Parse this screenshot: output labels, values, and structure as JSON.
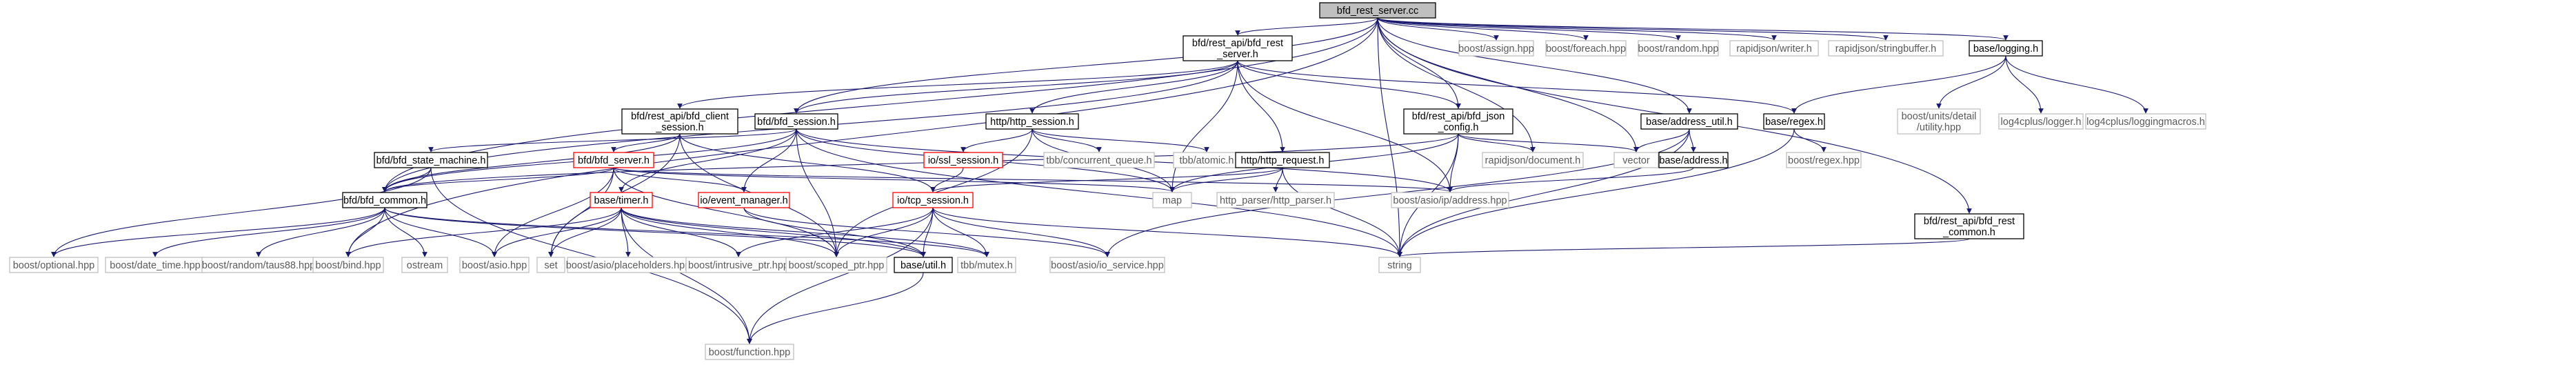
{
  "graph": {
    "title": "bfd_rest_server.cc",
    "colors": {
      "edge": "#191970",
      "root_fill": "#bfbfbf",
      "documented_border": "#000000",
      "error_border": "#ff0000",
      "external_border": "#bfbfbf"
    },
    "nodes": [
      {
        "id": "root",
        "label": "bfd_rest_server.cc",
        "kind": "root"
      },
      {
        "id": "rest_server_h",
        "label": "bfd/rest_api/bfd_rest\n_server.h",
        "kind": "doc"
      },
      {
        "id": "boost_assign",
        "label": "boost/assign.hpp",
        "kind": "ext"
      },
      {
        "id": "boost_foreach",
        "label": "boost/foreach.hpp",
        "kind": "ext"
      },
      {
        "id": "boost_random",
        "label": "boost/random.hpp",
        "kind": "ext"
      },
      {
        "id": "rj_writer",
        "label": "rapidjson/writer.h",
        "kind": "ext"
      },
      {
        "id": "rj_stringbuffer",
        "label": "rapidjson/stringbuffer.h",
        "kind": "ext"
      },
      {
        "id": "base_logging",
        "label": "base/logging.h",
        "kind": "doc"
      },
      {
        "id": "client_session",
        "label": "bfd/rest_api/bfd_client\n_session.h",
        "kind": "doc"
      },
      {
        "id": "bfd_session",
        "label": "bfd/bfd_session.h",
        "kind": "doc"
      },
      {
        "id": "http_session",
        "label": "http/http_session.h",
        "kind": "doc"
      },
      {
        "id": "json_config",
        "label": "bfd/rest_api/bfd_json\n_config.h",
        "kind": "doc"
      },
      {
        "id": "address_util",
        "label": "base/address_util.h",
        "kind": "doc"
      },
      {
        "id": "base_regex",
        "label": "base/regex.h",
        "kind": "doc"
      },
      {
        "id": "units_detail",
        "label": "boost/units/detail\n/utility.hpp",
        "kind": "ext"
      },
      {
        "id": "log4_logger",
        "label": "log4cplus/logger.h",
        "kind": "ext"
      },
      {
        "id": "log4_macros",
        "label": "log4cplus/loggingmacros.h",
        "kind": "ext"
      },
      {
        "id": "state_machine",
        "label": "bfd/bfd_state_machine.h",
        "kind": "doc"
      },
      {
        "id": "bfd_server",
        "label": "bfd/bfd_server.h",
        "kind": "red"
      },
      {
        "id": "ssl_session",
        "label": "io/ssl_session.h",
        "kind": "red"
      },
      {
        "id": "tbb_cq",
        "label": "tbb/concurrent_queue.h",
        "kind": "ext"
      },
      {
        "id": "tbb_atomic",
        "label": "tbb/atomic.h",
        "kind": "ext"
      },
      {
        "id": "http_request",
        "label": "http/http_request.h",
        "kind": "doc"
      },
      {
        "id": "rj_document",
        "label": "rapidjson/document.h",
        "kind": "ext"
      },
      {
        "id": "vector",
        "label": "vector",
        "kind": "ext"
      },
      {
        "id": "base_address",
        "label": "base/address.h",
        "kind": "doc"
      },
      {
        "id": "boost_regex",
        "label": "boost/regex.hpp",
        "kind": "ext"
      },
      {
        "id": "bfd_common",
        "label": "bfd/bfd_common.h",
        "kind": "doc"
      },
      {
        "id": "event_manager",
        "label": "io/event_manager.h",
        "kind": "red"
      },
      {
        "id": "map",
        "label": "map",
        "kind": "ext"
      },
      {
        "id": "http_parser",
        "label": "http_parser/http_parser.h",
        "kind": "ext"
      },
      {
        "id": "ip_address",
        "label": "boost/asio/ip/address.hpp",
        "kind": "ext"
      },
      {
        "id": "base_timer",
        "label": "base/timer.h",
        "kind": "red"
      },
      {
        "id": "tcp_session",
        "label": "io/tcp_session.h",
        "kind": "red"
      },
      {
        "id": "rest_common",
        "label": "bfd/rest_api/bfd_rest\n_common.h",
        "kind": "doc"
      },
      {
        "id": "boost_optional",
        "label": "boost/optional.hpp",
        "kind": "ext"
      },
      {
        "id": "boost_datetime",
        "label": "boost/date_time.hpp",
        "kind": "ext"
      },
      {
        "id": "boost_taus88",
        "label": "boost/random/taus88.hpp",
        "kind": "ext"
      },
      {
        "id": "boost_bind",
        "label": "boost/bind.hpp",
        "kind": "ext"
      },
      {
        "id": "ostream",
        "label": "ostream",
        "kind": "ext"
      },
      {
        "id": "boost_asio",
        "label": "boost/asio.hpp",
        "kind": "ext"
      },
      {
        "id": "set",
        "label": "set",
        "kind": "ext"
      },
      {
        "id": "asio_placeholders",
        "label": "boost/asio/placeholders.hpp",
        "kind": "ext"
      },
      {
        "id": "intrusive_ptr",
        "label": "boost/intrusive_ptr.hpp",
        "kind": "ext"
      },
      {
        "id": "scoped_ptr",
        "label": "boost/scoped_ptr.hpp",
        "kind": "ext"
      },
      {
        "id": "base_util",
        "label": "base/util.h",
        "kind": "doc"
      },
      {
        "id": "tbb_mutex",
        "label": "tbb/mutex.h",
        "kind": "ext"
      },
      {
        "id": "io_service",
        "label": "boost/asio/io_service.hpp",
        "kind": "ext"
      },
      {
        "id": "string",
        "label": "string",
        "kind": "ext"
      },
      {
        "id": "boost_function",
        "label": "boost/function.hpp",
        "kind": "ext"
      }
    ],
    "edges": [
      [
        "root",
        "rest_server_h"
      ],
      [
        "root",
        "boost_assign"
      ],
      [
        "root",
        "boost_foreach"
      ],
      [
        "root",
        "boost_random"
      ],
      [
        "root",
        "rj_writer"
      ],
      [
        "root",
        "rj_stringbuffer"
      ],
      [
        "root",
        "base_logging"
      ],
      [
        "root",
        "bfd_session"
      ],
      [
        "root",
        "json_config"
      ],
      [
        "root",
        "address_util"
      ],
      [
        "root",
        "rj_document"
      ],
      [
        "root",
        "vector"
      ],
      [
        "root",
        "rest_common"
      ],
      [
        "root",
        "string"
      ],
      [
        "root",
        "bfd_common"
      ],
      [
        "root",
        "boost_bind"
      ],
      [
        "rest_server_h",
        "client_session"
      ],
      [
        "rest_server_h",
        "bfd_session"
      ],
      [
        "rest_server_h",
        "http_session"
      ],
      [
        "rest_server_h",
        "json_config"
      ],
      [
        "rest_server_h",
        "http_request"
      ],
      [
        "rest_server_h",
        "base_regex"
      ],
      [
        "rest_server_h",
        "bfd_common"
      ],
      [
        "rest_server_h",
        "map"
      ],
      [
        "rest_server_h",
        "ip_address"
      ],
      [
        "base_logging",
        "base_regex"
      ],
      [
        "base_logging",
        "units_detail"
      ],
      [
        "base_logging",
        "log4_logger"
      ],
      [
        "base_logging",
        "log4_macros"
      ],
      [
        "client_session",
        "bfd_common"
      ],
      [
        "client_session",
        "bfd_server"
      ],
      [
        "client_session",
        "tcp_session"
      ],
      [
        "client_session",
        "scoped_ptr"
      ],
      [
        "client_session",
        "set"
      ],
      [
        "bfd_session",
        "state_machine"
      ],
      [
        "bfd_session",
        "bfd_common"
      ],
      [
        "bfd_session",
        "base_timer"
      ],
      [
        "bfd_session",
        "event_manager"
      ],
      [
        "bfd_session",
        "scoped_ptr"
      ],
      [
        "bfd_session",
        "map"
      ],
      [
        "bfd_session",
        "string"
      ],
      [
        "bfd_session",
        "ip_address"
      ],
      [
        "http_session",
        "ssl_session"
      ],
      [
        "http_session",
        "tbb_cq"
      ],
      [
        "http_session",
        "tbb_atomic"
      ],
      [
        "http_session",
        "map"
      ],
      [
        "http_session",
        "scoped_ptr"
      ],
      [
        "json_config",
        "bfd_common"
      ],
      [
        "json_config",
        "map"
      ],
      [
        "json_config",
        "rj_document"
      ],
      [
        "json_config",
        "vector"
      ],
      [
        "json_config",
        "string"
      ],
      [
        "json_config",
        "ip_address"
      ],
      [
        "address_util",
        "vector"
      ],
      [
        "address_util",
        "base_address"
      ],
      [
        "address_util",
        "string"
      ],
      [
        "address_util",
        "io_service"
      ],
      [
        "base_regex",
        "boost_regex"
      ],
      [
        "base_regex",
        "string"
      ],
      [
        "state_machine",
        "bfd_common"
      ],
      [
        "state_machine",
        "boost_optional"
      ],
      [
        "state_machine",
        "boost_function"
      ],
      [
        "bfd_server",
        "bfd_common"
      ],
      [
        "bfd_server",
        "event_manager"
      ],
      [
        "bfd_server",
        "boost_asio"
      ],
      [
        "bfd_server",
        "set"
      ],
      [
        "bfd_server",
        "scoped_ptr"
      ],
      [
        "bfd_server",
        "map"
      ],
      [
        "bfd_server",
        "ip_address"
      ],
      [
        "ssl_session",
        "tcp_session"
      ],
      [
        "http_request",
        "map"
      ],
      [
        "http_request",
        "http_parser"
      ],
      [
        "http_request",
        "string"
      ],
      [
        "http_request",
        "tcp_session"
      ],
      [
        "base_address",
        "ip_address"
      ],
      [
        "bfd_common",
        "boost_optional"
      ],
      [
        "bfd_common",
        "boost_datetime"
      ],
      [
        "bfd_common",
        "boost_taus88"
      ],
      [
        "bfd_common",
        "boost_bind"
      ],
      [
        "bfd_common",
        "ostream"
      ],
      [
        "bfd_common",
        "boost_asio"
      ],
      [
        "bfd_common",
        "base_util"
      ],
      [
        "bfd_common",
        "tbb_mutex"
      ],
      [
        "event_manager",
        "base_util"
      ],
      [
        "event_manager",
        "io_service"
      ],
      [
        "base_timer",
        "boost_bind"
      ],
      [
        "base_timer",
        "boost_asio"
      ],
      [
        "base_timer",
        "set"
      ],
      [
        "base_timer",
        "asio_placeholders"
      ],
      [
        "base_timer",
        "intrusive_ptr"
      ],
      [
        "base_timer",
        "scoped_ptr"
      ],
      [
        "base_timer",
        "base_util"
      ],
      [
        "base_timer",
        "tbb_mutex"
      ],
      [
        "base_timer",
        "boost_function"
      ],
      [
        "tcp_session",
        "intrusive_ptr"
      ],
      [
        "tcp_session",
        "scoped_ptr"
      ],
      [
        "tcp_session",
        "base_util"
      ],
      [
        "tcp_session",
        "tbb_mutex"
      ],
      [
        "tcp_session",
        "io_service"
      ],
      [
        "tcp_session",
        "string"
      ],
      [
        "tcp_session",
        "boost_function"
      ],
      [
        "rest_common",
        "string"
      ],
      [
        "base_util",
        "boost_function"
      ]
    ]
  }
}
